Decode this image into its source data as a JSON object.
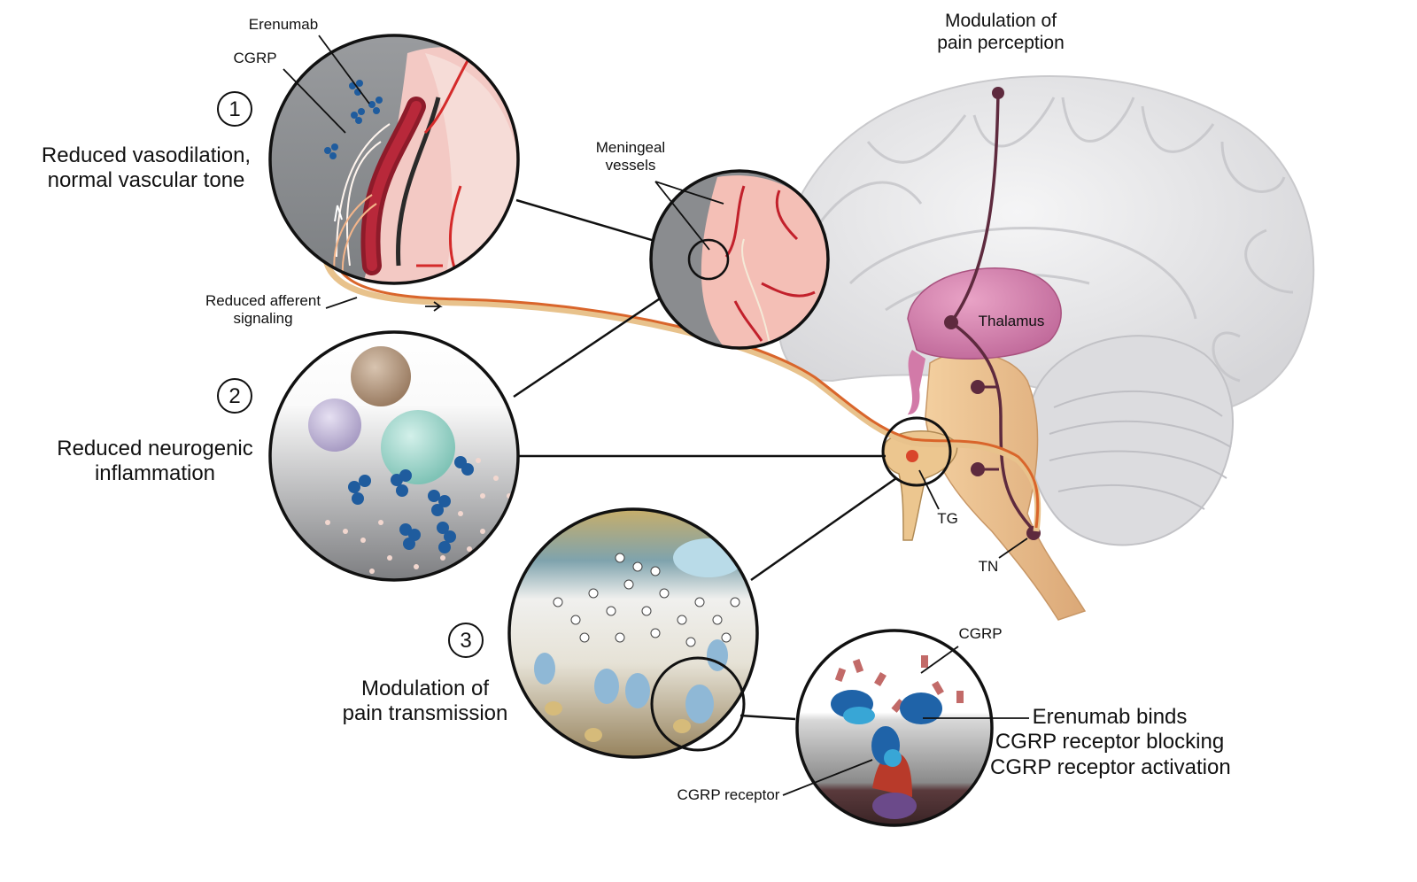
{
  "figure": {
    "title_top": [
      "Modulation of",
      "pain perception"
    ],
    "panels": [
      {
        "number": "1",
        "caption": [
          "Reduced vasodilation,",
          "normal vascular tone"
        ],
        "callouts": [
          "Erenumab",
          "CGRP"
        ]
      },
      {
        "number": "2",
        "caption": [
          "Reduced neurogenic",
          "inflammation"
        ]
      },
      {
        "number": "3",
        "caption": [
          "Modulation of",
          "pain transmission"
        ]
      }
    ],
    "afferent_label": [
      "Reduced afferent",
      "signaling"
    ],
    "meningeal_label": [
      "Meningeal",
      "vessels"
    ],
    "brain_labels": {
      "thalamus": "Thalamus",
      "tg": "TG",
      "tn": "TN"
    },
    "receptor_panel": {
      "cgrp_label": "CGRP",
      "receptor_label": "CGRP receptor",
      "description": [
        "Erenumab binds",
        "CGRP receptor blocking",
        "CGRP receptor activation"
      ]
    },
    "colors": {
      "outline": "#111111",
      "brain_gray": "#e4e4e6",
      "thalamus": "#d27aa8",
      "brainstem": "#eab98a",
      "pathway": "#5e2a3e",
      "nerve_orange": "#d9652b",
      "nerve_tan": "#e8c28c",
      "vessel_red": "#c2202b",
      "antibody_blue": "#1f5c9e",
      "inset_gray": "#8c8f92"
    }
  }
}
